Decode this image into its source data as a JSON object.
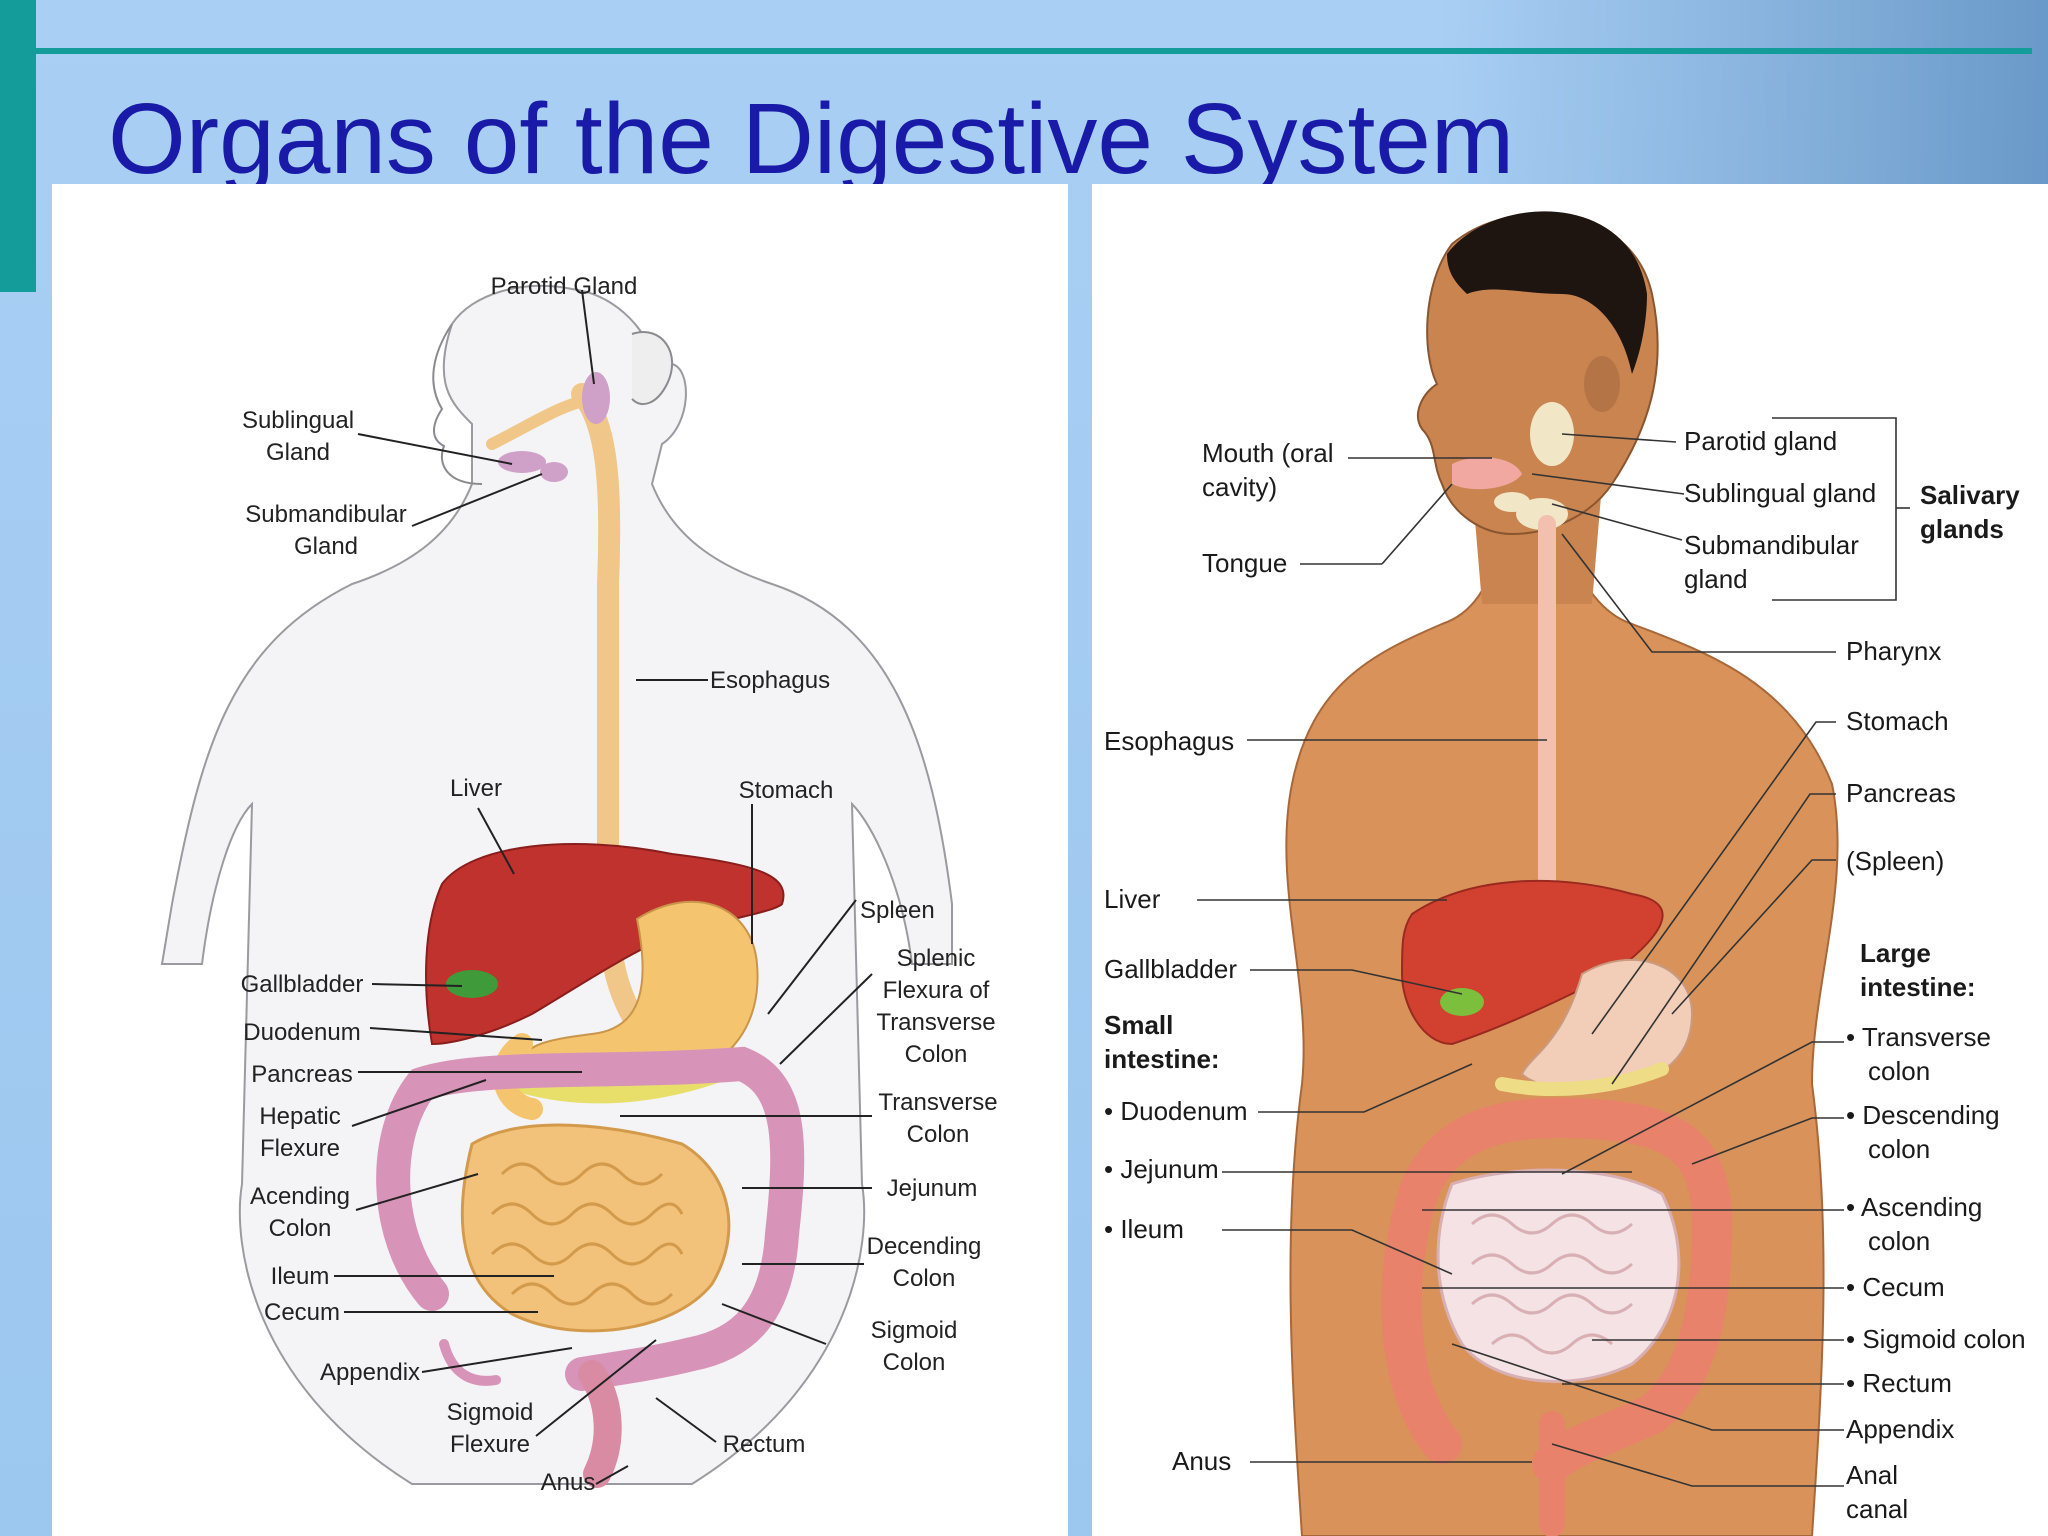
{
  "title": "Organs of the Digestive System",
  "left_labels": {
    "parotid": "Parotid Gland",
    "sublingual_1": "Sublingual",
    "sublingual_2": "Gland",
    "submandibular_1": "Submandibular",
    "submandibular_2": "Gland",
    "esophagus": "Esophagus",
    "liver": "Liver",
    "stomach": "Stomach",
    "spleen": "Spleen",
    "splenic_1": "Splenic",
    "splenic_2": "Flexura of",
    "splenic_3": "Transverse",
    "splenic_4": "Colon",
    "gallbladder": "Gallbladder",
    "duodenum": "Duodenum",
    "pancreas": "Pancreas",
    "hepatic_1": "Hepatic",
    "hepatic_2": "Flexure",
    "transverse_1": "Transverse",
    "transverse_2": "Colon",
    "acending_1": "Acending",
    "acending_2": "Colon",
    "jejunum": "Jejunum",
    "decending_1": "Decending",
    "decending_2": "Colon",
    "ileum": "Ileum",
    "cecum": "Cecum",
    "sigmoid_colon_1": "Sigmoid",
    "sigmoid_colon_2": "Colon",
    "appendix": "Appendix",
    "sigmoid_flex_1": "Sigmoid",
    "sigmoid_flex_2": "Flexure",
    "rectum": "Rectum",
    "anus": "Anus"
  },
  "right_labels": {
    "mouth_1": "Mouth (oral",
    "mouth_2": "cavity)",
    "tongue": "Tongue",
    "parotid": "Parotid gland",
    "sublingual": "Sublingual gland",
    "submandibular_1": "Submandibular",
    "submandibular_2": "gland",
    "salivary_1": "Salivary",
    "salivary_2": "glands",
    "pharynx": "Pharynx",
    "esophagus": "Esophagus",
    "stomach": "Stomach",
    "pancreas": "Pancreas",
    "spleen": "(Spleen)",
    "liver": "Liver",
    "gallbladder": "Gallbladder",
    "small_1": "Small",
    "small_2": "intestine:",
    "duodenum": "• Duodenum",
    "jejunum": "• Jejunum",
    "ileum": "• Ileum",
    "large_1": "Large",
    "large_2": "intestine:",
    "transverse_1": "• Transverse",
    "transverse_2": "colon",
    "descending_1": "• Descending",
    "descending_2": "colon",
    "ascending_1": "• Ascending",
    "ascending_2": "colon",
    "cecum": "• Cecum",
    "sigmoid": "• Sigmoid colon",
    "rectum": "• Rectum",
    "appendix": "Appendix",
    "anus": "Anus",
    "anal_1": "Anal",
    "anal_2": "canal"
  }
}
